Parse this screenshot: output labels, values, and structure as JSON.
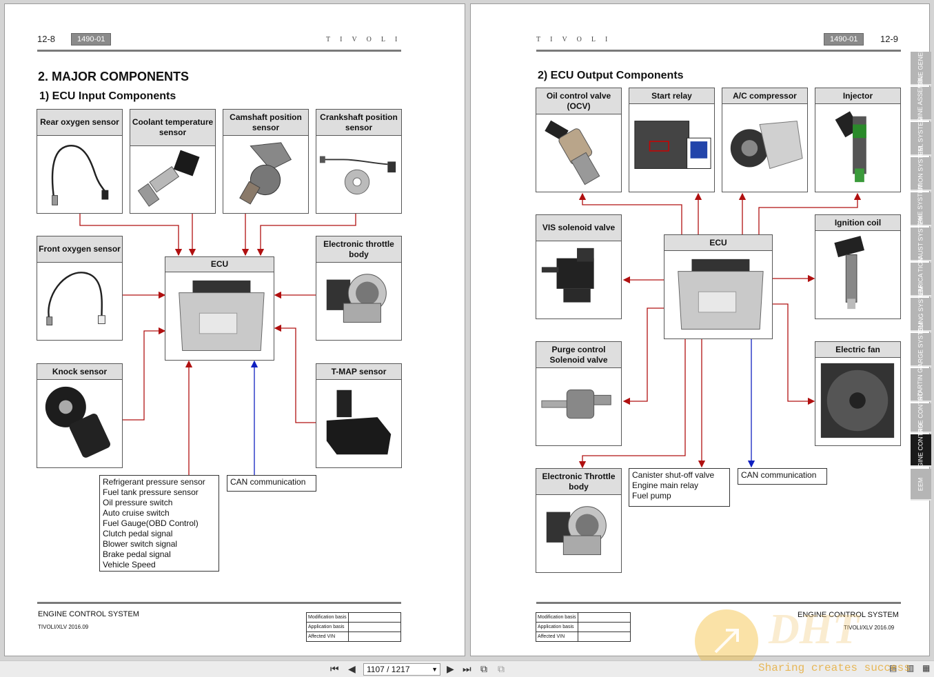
{
  "left_page": {
    "page_number": "12-8",
    "doc_code": "1490-01",
    "brand": "TIVOLI",
    "section_title": "2. MAJOR COMPONENTS",
    "subsection_title": "1) ECU Input Components",
    "components": {
      "rear_o2": "Rear oxygen sensor",
      "coolant": "Coolant temperature sensor",
      "camshaft": "Camshaft position sensor",
      "crankshaft": "Crankshaft position sensor",
      "front_o2": "Front oxygen sensor",
      "ecu": "ECU",
      "etb": "Electronic throttle body",
      "knock": "Knock sensor",
      "tmap": "T-MAP sensor"
    },
    "input_list": [
      "Refrigerant pressure sensor",
      "Fuel tank pressure sensor",
      "Oil pressure switch",
      "Auto cruise switch",
      "Fuel Gauge(OBD Control)",
      "Clutch pedal signal",
      "Blower switch signal",
      "Brake pedal signal",
      "Vehicle Speed"
    ],
    "can_label": "CAN communication",
    "footer_title": "ENGINE CONTROL SYSTEM",
    "footer_sub": "TIVOLI/XLV 2016.09",
    "mod_table": [
      "Modification basis",
      "Application basis",
      "Affected VIN"
    ]
  },
  "right_page": {
    "page_number": "12-9",
    "doc_code": "1490-01",
    "brand": "TIVOLI",
    "subsection_title": "2) ECU Output Components",
    "components": {
      "ocv": "Oil control valve (OCV)",
      "start_relay": "Start relay",
      "ac": "A/C compressor",
      "injector": "Injector",
      "vis": "VIS solenoid valve",
      "ecu": "ECU",
      "ignition": "Ignition coil",
      "purge": "Purge control Solenoid valve",
      "fan": "Electric fan",
      "etb": "Electronic Throttle body"
    },
    "output_list": [
      "Canister shut-off valve",
      "Engine main relay",
      "Fuel pump"
    ],
    "can_label": "CAN communication",
    "footer_title": "ENGINE CONTROL SYSTEM",
    "footer_sub": "TIVOLI/XLV 2016.09",
    "mod_table": [
      "Modification basis",
      "Application basis",
      "Affected VIN"
    ]
  },
  "side_tabs": [
    "ENGINE GENERAL",
    "ENGINE ASSEMBL",
    "FUEL SYSTEM",
    "IGNITION SYSTEM",
    "INTAKE SYSTEM",
    "EXHAUST SYSTEM",
    "LUBRICA TION",
    "COOLING SYSTEM",
    "CHARGE SYSTEM",
    "STARTIN G",
    "CRUISE CONTRO",
    "ENGINE CONTRO",
    "EEM"
  ],
  "active_tab": "ENGINE CONTRO",
  "toolbar": {
    "page_indicator": "1107 / 1217"
  },
  "watermark": {
    "logo": "DHT",
    "slogan": "Sharing creates success"
  },
  "colors": {
    "arrow_red": "#b01010",
    "arrow_blue": "#1020c0"
  }
}
